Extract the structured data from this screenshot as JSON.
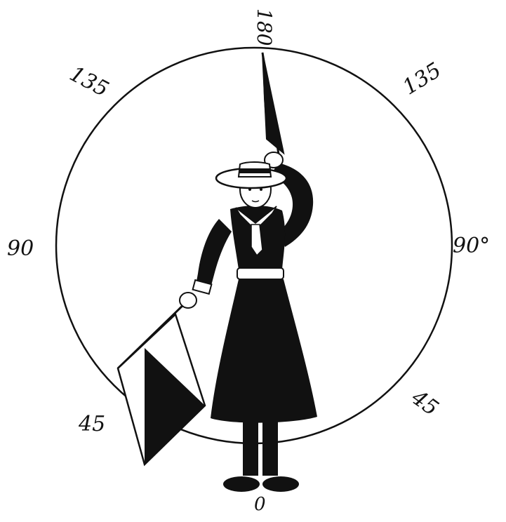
{
  "diagram": {
    "labels": {
      "top": "180",
      "upper_left": "135",
      "upper_right": "135",
      "left": "90",
      "right": "90°",
      "lower_left": "45",
      "lower_right": "45",
      "bottom": "0"
    }
  },
  "colors": {
    "ink": "#111111",
    "paper": "#ffffff"
  }
}
